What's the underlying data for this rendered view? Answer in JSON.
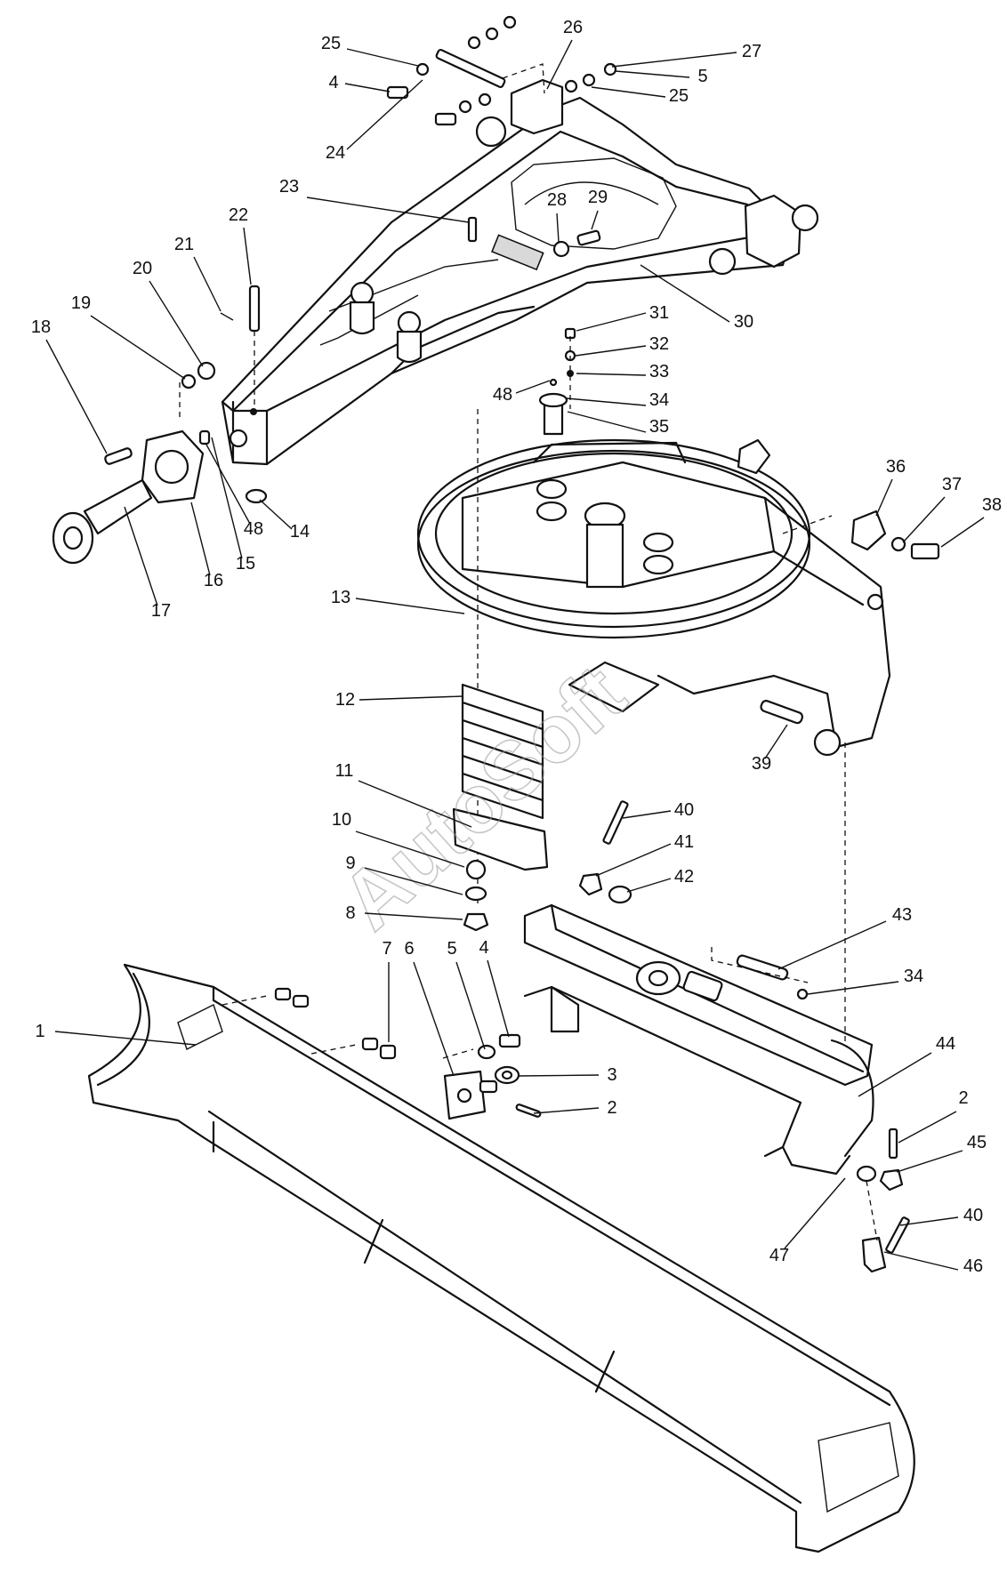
{
  "watermark": "AutoSoft",
  "callouts": [
    {
      "id": "1",
      "label": "1"
    },
    {
      "id": "2a",
      "label": "2"
    },
    {
      "id": "2b",
      "label": "2"
    },
    {
      "id": "3",
      "label": "3"
    },
    {
      "id": "4a",
      "label": "4"
    },
    {
      "id": "4b",
      "label": "4"
    },
    {
      "id": "5a",
      "label": "5"
    },
    {
      "id": "5b",
      "label": "5"
    },
    {
      "id": "6",
      "label": "6"
    },
    {
      "id": "7",
      "label": "7"
    },
    {
      "id": "8",
      "label": "8"
    },
    {
      "id": "9",
      "label": "9"
    },
    {
      "id": "10",
      "label": "10"
    },
    {
      "id": "11",
      "label": "11"
    },
    {
      "id": "12",
      "label": "12"
    },
    {
      "id": "13",
      "label": "13"
    },
    {
      "id": "14",
      "label": "14"
    },
    {
      "id": "15",
      "label": "15"
    },
    {
      "id": "16",
      "label": "16"
    },
    {
      "id": "17",
      "label": "17"
    },
    {
      "id": "18",
      "label": "18"
    },
    {
      "id": "19",
      "label": "19"
    },
    {
      "id": "20",
      "label": "20"
    },
    {
      "id": "21",
      "label": "21"
    },
    {
      "id": "22",
      "label": "22"
    },
    {
      "id": "23",
      "label": "23"
    },
    {
      "id": "24",
      "label": "24"
    },
    {
      "id": "25a",
      "label": "25"
    },
    {
      "id": "25b",
      "label": "25"
    },
    {
      "id": "26",
      "label": "26"
    },
    {
      "id": "27",
      "label": "27"
    },
    {
      "id": "28",
      "label": "28"
    },
    {
      "id": "29",
      "label": "29"
    },
    {
      "id": "30",
      "label": "30"
    },
    {
      "id": "31",
      "label": "31"
    },
    {
      "id": "32",
      "label": "32"
    },
    {
      "id": "33",
      "label": "33"
    },
    {
      "id": "34a",
      "label": "34"
    },
    {
      "id": "34b",
      "label": "34"
    },
    {
      "id": "35",
      "label": "35"
    },
    {
      "id": "36",
      "label": "36"
    },
    {
      "id": "37",
      "label": "37"
    },
    {
      "id": "38",
      "label": "38"
    },
    {
      "id": "39",
      "label": "39"
    },
    {
      "id": "40a",
      "label": "40"
    },
    {
      "id": "40b",
      "label": "40"
    },
    {
      "id": "41",
      "label": "41"
    },
    {
      "id": "42",
      "label": "42"
    },
    {
      "id": "43",
      "label": "43"
    },
    {
      "id": "44",
      "label": "44"
    },
    {
      "id": "45",
      "label": "45"
    },
    {
      "id": "46",
      "label": "46"
    },
    {
      "id": "47",
      "label": "47"
    },
    {
      "id": "48a",
      "label": "48"
    },
    {
      "id": "48b",
      "label": "48"
    }
  ]
}
